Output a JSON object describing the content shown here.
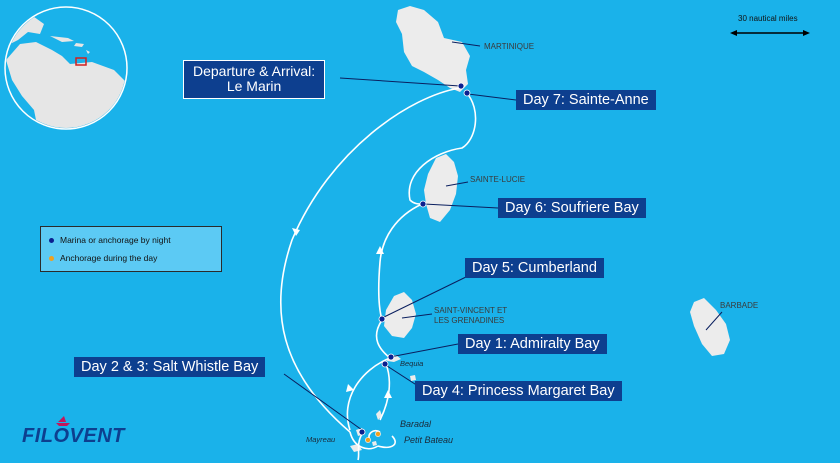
{
  "map": {
    "scale_label": "30 nautical miles",
    "departure_label_line1": "Departure & Arrival:",
    "departure_label_line2": "Le Marin",
    "days": {
      "day1": "Day 1: Admiralty Bay",
      "day2_3": "Day 2 & 3: Salt Whistle Bay",
      "day4": "Day 4: Princess Margaret Bay",
      "day5": "Day 5: Cumberland",
      "day6": "Day 6: Soufriere Bay",
      "day7": "Day 7: Sainte-Anne"
    },
    "islands": {
      "martinique": "MARTINIQUE",
      "sainte_lucie": "SAINTE-LUCIE",
      "saint_vincent_line1": "SAINT-VINCENT ET",
      "saint_vincent_line2": "LES GRENADINES",
      "barbade": "BARBADE"
    },
    "places": {
      "bequia": "Bequia",
      "baradal": "Baradal",
      "petit_bateau": "Petit Bateau",
      "mayreau": "Mayreau"
    },
    "legend": {
      "night": "Marina or anchorage by night",
      "day": "Anchorage during the day"
    },
    "colors": {
      "sea": "#1ab2ea",
      "label_bg": "#0d3f8f",
      "night_dot": "#0a1f8f",
      "day_dot": "#f0a020",
      "land": "#ececec"
    }
  },
  "brand": {
    "logo": "FILOVENT"
  }
}
